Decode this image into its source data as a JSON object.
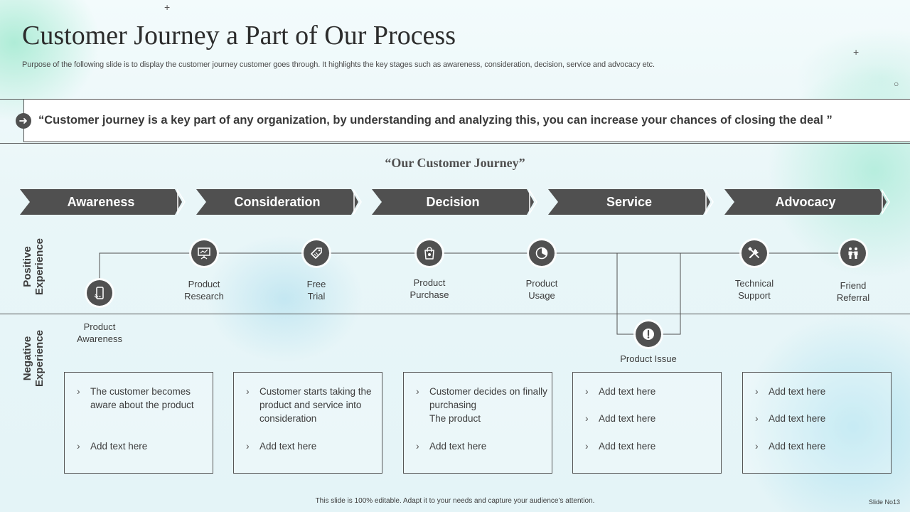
{
  "title": "Customer Journey a Part of Our Process",
  "subtitle": "Purpose of the following slide is to display the  customer journey customer goes through. It highlights the key stages such as awareness, consideration, decision, service and advocacy etc.",
  "quote": "“Customer journey is a key part of any organization, by understanding and analyzing this, you can increase your chances of closing the deal ”",
  "journey_title": "“Our Customer Journey”",
  "stages": [
    "Awareness",
    "Consideration",
    "Decision",
    "Service",
    "Advocacy"
  ],
  "side_labels": {
    "positive": "Positive\nExperience",
    "negative": "Negative\nExperience"
  },
  "touchpoints": [
    {
      "label": "Product\nAwareness",
      "icon": "mobile-phone-icon"
    },
    {
      "label": "Product\nResearch",
      "icon": "presentation-board-icon"
    },
    {
      "label": "Free\nTrial",
      "icon": "price-tag-icon"
    },
    {
      "label": "Product\nPurchase",
      "icon": "shopping-bag-icon"
    },
    {
      "label": "Product\nUsage",
      "icon": "pie-chart-icon"
    },
    {
      "label": "Product Issue",
      "icon": "exclamation-icon"
    },
    {
      "label": "Technical\nSupport",
      "icon": "tools-icon"
    },
    {
      "label": "Friend\nReferral",
      "icon": "people-icon"
    }
  ],
  "boxes": [
    [
      "The customer becomes aware about the product",
      "Add text here"
    ],
    [
      "Customer starts taking the product  and service into consideration",
      "Add text here"
    ],
    [
      "Customer decides on finally purchasing\n The product",
      "Add text here"
    ],
    [
      "Add text here",
      "Add text here",
      "Add text here"
    ],
    [
      "Add text here",
      "Add text here",
      "Add text here"
    ]
  ],
  "footer": "This slide is 100% editable.  Adapt it to your needs and capture your audience’s attention.",
  "slide_number": "Slide No13",
  "colors": {
    "dark": "#505050",
    "line": "#555555",
    "background": "#e8f6f8"
  }
}
